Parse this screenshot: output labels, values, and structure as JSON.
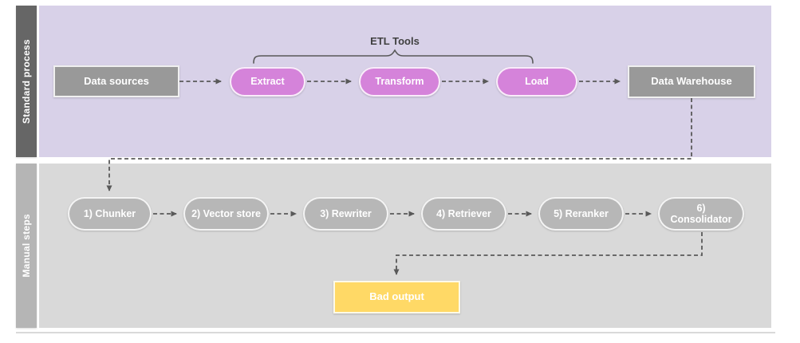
{
  "lanes": {
    "standard": {
      "label": "Standard process"
    },
    "manual": {
      "label": "Manual steps"
    }
  },
  "annotation": {
    "label": "ETL Tools"
  },
  "standard_nodes": {
    "data_sources": {
      "label": "Data sources"
    },
    "extract": {
      "label": "Extract"
    },
    "transform": {
      "label": "Transform"
    },
    "load": {
      "label": "Load"
    },
    "data_warehouse": {
      "label": "Data Warehouse"
    }
  },
  "manual_nodes": {
    "chunker": {
      "label": "1) Chunker"
    },
    "vector_store": {
      "label": "2) Vector store"
    },
    "rewriter": {
      "label": "3) Rewriter"
    },
    "retriever": {
      "label": "4) Retriever"
    },
    "reranker": {
      "label": "5) Reranker"
    },
    "consolidator": {
      "label": "6) Consolidator"
    }
  },
  "output_node": {
    "label": "Bad output"
  },
  "colors": {
    "lane_standard_bg": "#d8d1e8",
    "lane_manual_bg": "#d9d9d9",
    "label_standard_bg": "#666666",
    "label_manual_bg": "#b5b5b5",
    "node_gray": "#999999",
    "node_pink": "#d583da",
    "node_step_gray": "#b7b7b7",
    "node_yellow": "#ffd966",
    "connector": "#595959",
    "annotation_text": "#404040",
    "text_light": "#ffffff"
  }
}
